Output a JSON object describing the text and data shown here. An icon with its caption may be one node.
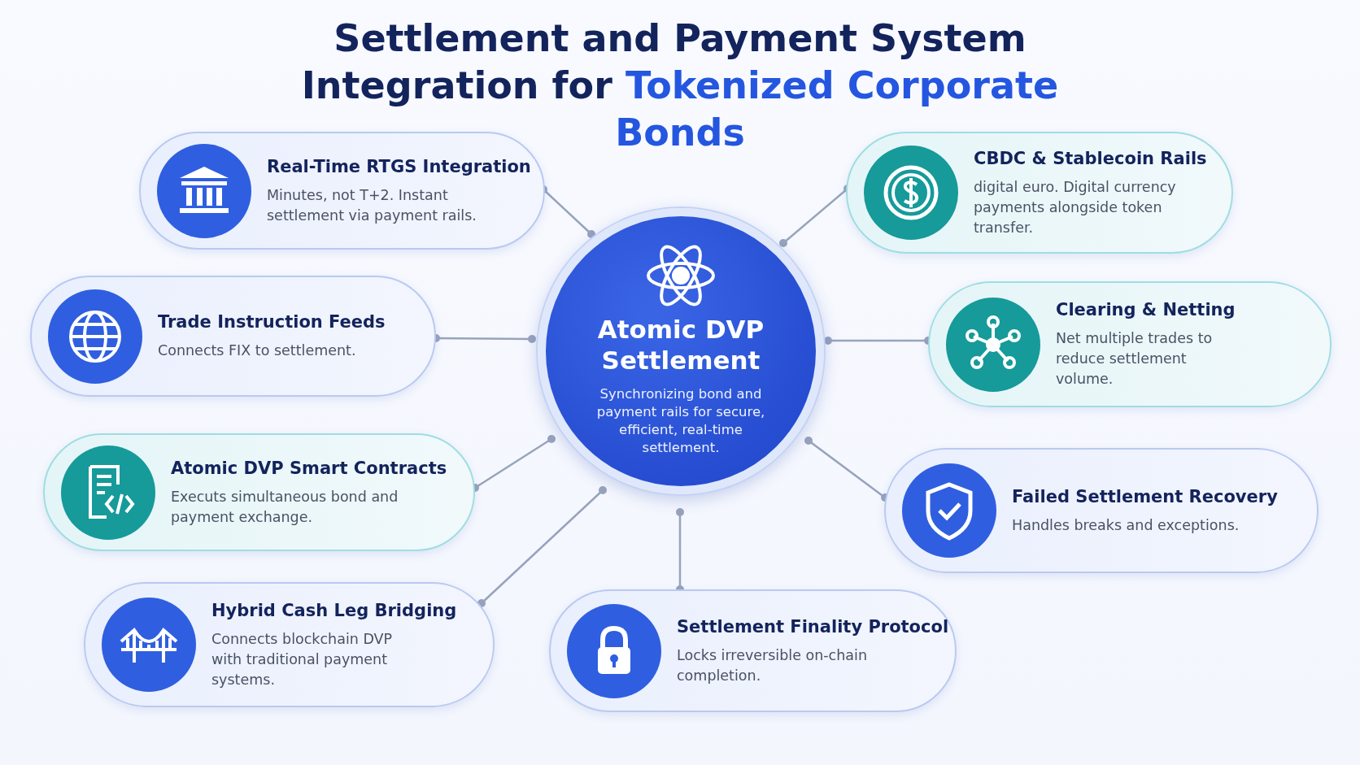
{
  "diagram": {
    "title": "Settlement and Payment System Integration for **Tokenized Corporate Bonds**",
    "nodes": [
      {
        "text": [
          "Atomic DVP Settlement",
          "Synchronizing bond and payment rails for secure, efficient, real-time settlement."
        ]
      },
      {
        "text": [
          "Real-Time RTGS Integration",
          "Minutes, not T+2. Instant settlement via payment rails."
        ]
      },
      {
        "text": [
          "CBDC & Stablecoin Rails",
          "digital euro. Digital currency payments alongside token transfer."
        ]
      },
      {
        "text": [
          "Trade Instruction Feeds",
          "Connects FIX to settlement."
        ]
      },
      {
        "text": [
          "Clearing & Netting",
          "Net multiple trades to reduce settlement volume."
        ]
      },
      {
        "text": [
          "Atomic DVP Smart Contracts",
          "Executs simultaneous bond and payment exchange."
        ]
      },
      {
        "text": [
          "Failed Settlement Recovery",
          "Handles breaks and exceptions."
        ]
      },
      {
        "text": [
          "Hybrid Cash Leg Bridging",
          "Connects blockchain DVP with traditional payment systems."
        ]
      },
      {
        "text": [
          "Settlement Finality Protocol",
          "Locks irreversible on-chain completion."
        ]
      }
    ],
    "edges": [
      {
        "from": 0,
        "to": 1,
        "arrow": "other"
      },
      {
        "from": 0,
        "to": 2,
        "arrow": "other"
      },
      {
        "from": 0,
        "to": 3,
        "arrow": "other"
      },
      {
        "from": 0,
        "to": 4,
        "arrow": "other"
      },
      {
        "from": 0,
        "to": 5,
        "arrow": "other"
      },
      {
        "from": 0,
        "to": 6,
        "arrow": "other"
      },
      {
        "from": 0,
        "to": 7,
        "arrow": "other"
      },
      {
        "from": 0,
        "to": 8,
        "arrow": "other"
      }
    ]
  }
}
